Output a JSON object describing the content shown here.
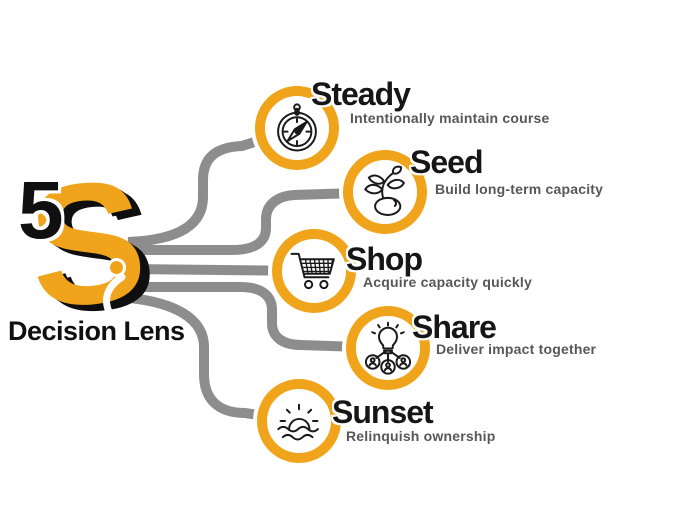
{
  "logo": {
    "number": "5",
    "letter": "S",
    "label": "Decision Lens"
  },
  "colors": {
    "accent": "#F0A41C",
    "connector_gray": "#8d8d8d",
    "title_black": "#161616",
    "subtitle_gray": "#575757",
    "background": "#ffffff"
  },
  "nodes": [
    {
      "id": "steady",
      "title": "Steady",
      "subtitle": "Intentionally maintain course",
      "icon": "compass-icon"
    },
    {
      "id": "seed",
      "title": "Seed",
      "subtitle": "Build long-term capacity",
      "icon": "seedling-icon"
    },
    {
      "id": "shop",
      "title": "Shop",
      "subtitle": "Acquire capacity quickly",
      "icon": "shopping-cart-icon"
    },
    {
      "id": "share",
      "title": "Share",
      "subtitle": "Deliver impact together",
      "icon": "idea-people-icon"
    },
    {
      "id": "sunset",
      "title": "Sunset",
      "subtitle": "Relinquish ownership",
      "icon": "sunset-icon"
    }
  ]
}
